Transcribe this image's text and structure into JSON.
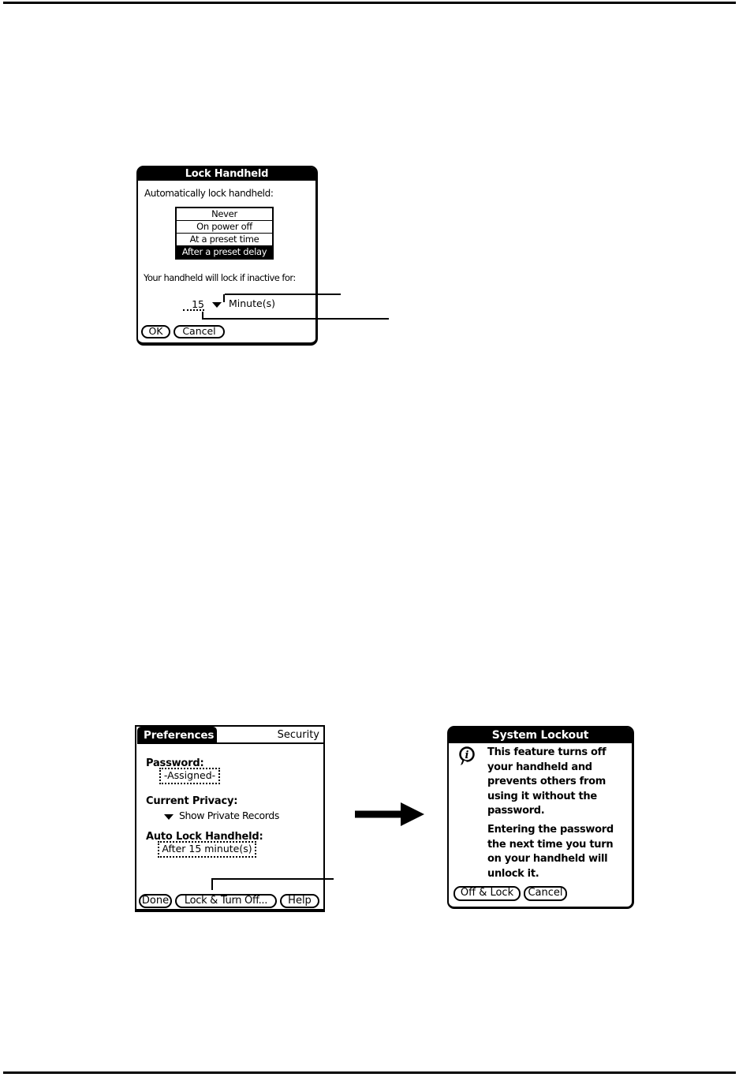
{
  "colors": {
    "ink": "#000000",
    "paper": "#ffffff"
  },
  "icons": {
    "dropdown_arrow": "▼",
    "info_glyph": "i",
    "flow_arrow": "➔"
  },
  "lock_dialog": {
    "title": "Lock Handheld",
    "prompt": "Automatically lock handheld:",
    "options": [
      {
        "label": "Never",
        "selected": false
      },
      {
        "label": "On power off",
        "selected": false
      },
      {
        "label": "At a preset time",
        "selected": false
      },
      {
        "label": "After a preset delay",
        "selected": true
      }
    ],
    "inactive_prompt": "Your handheld will lock if inactive for:",
    "delay_value": "15",
    "delay_unit": "Minute(s)",
    "ok_label": "OK",
    "cancel_label": "Cancel"
  },
  "preferences_screen": {
    "title": "Preferences",
    "category": "Security",
    "password_label": "Password:",
    "password_value": "-Assigned-",
    "privacy_label": "Current Privacy:",
    "privacy_value": "Show Private Records",
    "auto_lock_label": "Auto Lock Handheld:",
    "auto_lock_value": "After 15 minute(s)",
    "done_label": "Done",
    "lock_turn_off_label": "Lock & Turn Off...",
    "help_label": "Help"
  },
  "system_lockout_dialog": {
    "title": "System Lockout",
    "paragraph1": [
      "This feature turns off",
      "your handheld and",
      "prevents others from",
      "using it without the",
      "password."
    ],
    "paragraph2": [
      "Entering the password",
      "the next time you turn",
      "on your handheld will",
      "unlock it."
    ],
    "off_lock_label": "Off & Lock",
    "cancel_label": "Cancel"
  }
}
